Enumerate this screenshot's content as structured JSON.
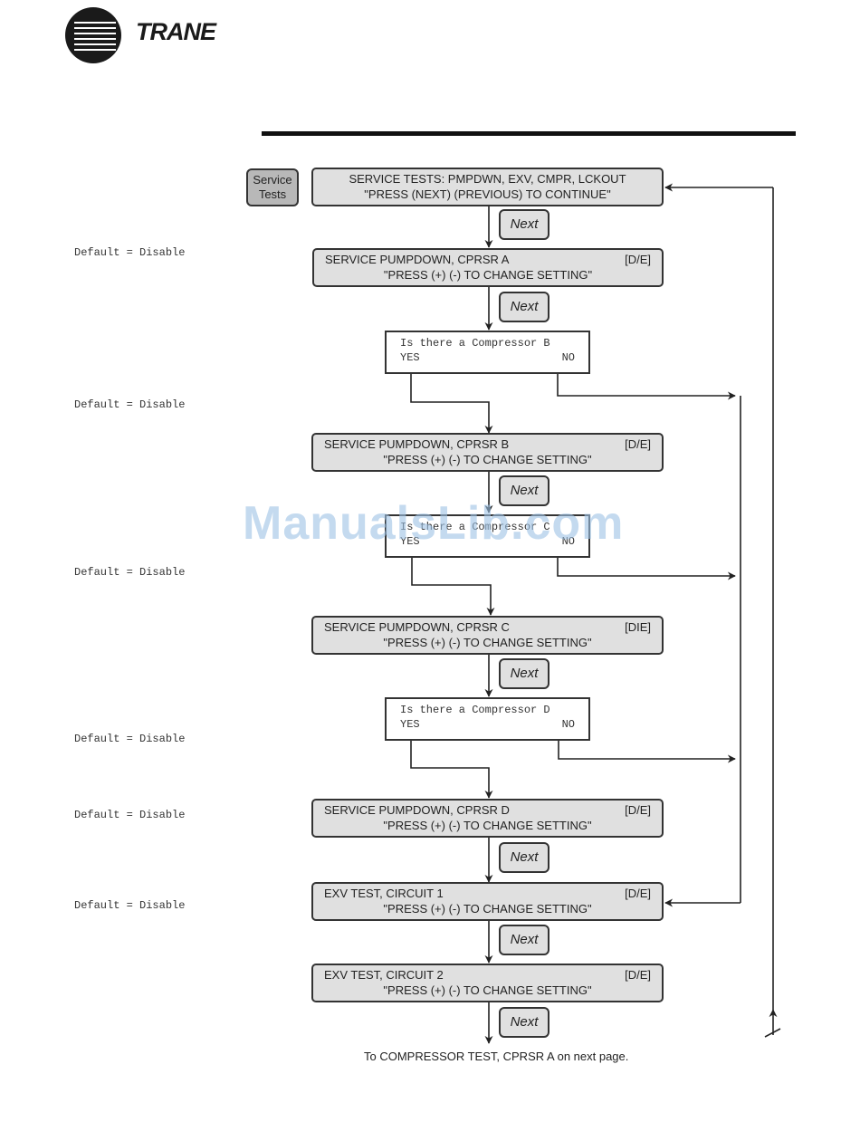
{
  "header": {
    "logo_text": "TRANE"
  },
  "service_tests_button": {
    "line1": "Service",
    "line2": "Tests"
  },
  "defaults": {
    "d1": "Default = Disable",
    "d2": "Default = Disable",
    "d3": "Default = Disable",
    "d4": "Default = Disable",
    "d5": "Default = Disable",
    "d6": "Default = Disable"
  },
  "boxes": {
    "service_tests": {
      "line1": "SERVICE TESTS: PMPDWN, EXV, CMPR, LCKOUT",
      "line2": "\"PRESS (NEXT) (PREVIOUS) TO CONTINUE\""
    },
    "pumpdown_a": {
      "line1": "SERVICE PUMPDOWN, CPRSR A",
      "line2": "\"PRESS (+) (-) TO CHANGE SETTING\"",
      "tag": "[D/E]"
    },
    "pumpdown_b": {
      "line1": "SERVICE PUMPDOWN, CPRSR B",
      "line2": "\"PRESS (+) (-) TO CHANGE SETTING\"",
      "tag": "[D/E]"
    },
    "pumpdown_c": {
      "line1": "SERVICE PUMPDOWN, CPRSR C",
      "line2": "\"PRESS (+) (-) TO CHANGE SETTING\"",
      "tag": "[DIE]"
    },
    "pumpdown_d": {
      "line1": "SERVICE PUMPDOWN, CPRSR D",
      "line2": "\"PRESS (+) (-) TO CHANGE SETTING\"",
      "tag": "[D/E]"
    },
    "exv_1": {
      "line1": "EXV TEST, CIRCUIT 1",
      "line2": "\"PRESS (+) (-) TO CHANGE SETTING\"",
      "tag": "[D/E]"
    },
    "exv_2": {
      "line1": "EXV TEST, CIRCUIT 2",
      "line2": "\"PRESS (+) (-) TO CHANGE SETTING\"",
      "tag": "[D/E]"
    }
  },
  "questions": {
    "b": {
      "text": "Is there a Compressor B",
      "yes": "YES",
      "no": "NO"
    },
    "c": {
      "text": "Is there a Compressor C",
      "yes": "YES",
      "no": "NO"
    },
    "d": {
      "text": "Is there a Compressor D",
      "yes": "YES",
      "no": "NO"
    }
  },
  "next_label": "Next",
  "footer": "To COMPRESSOR TEST, CPRSR A on next page.",
  "watermark": "ManualsLib.com"
}
